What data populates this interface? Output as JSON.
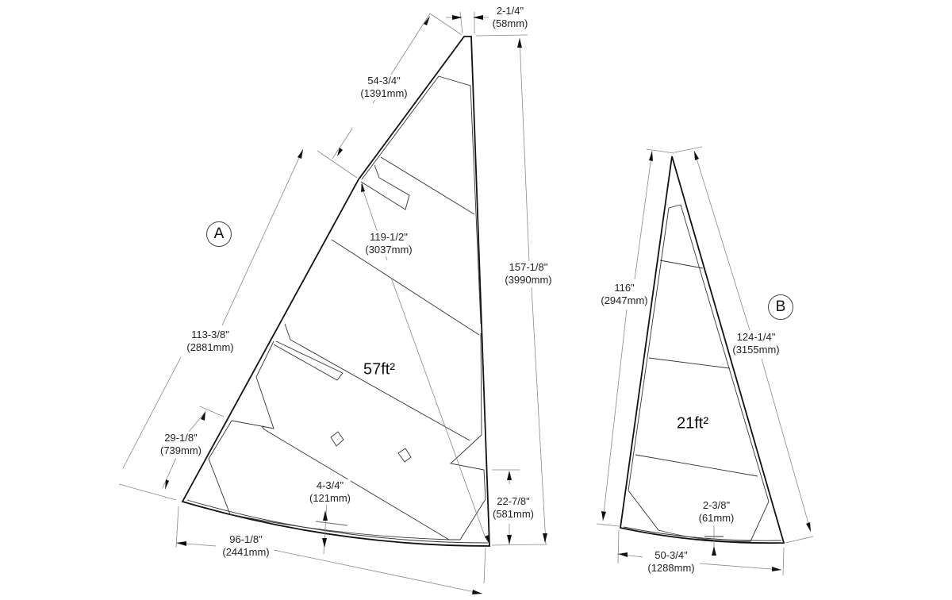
{
  "sail_a": {
    "id": "A",
    "area": "57ft²",
    "dimensions": [
      {
        "name": "head-width",
        "in": "2-1/4\"",
        "mm": "(58mm)"
      },
      {
        "name": "upper-luff",
        "in": "54-3/4\"",
        "mm": "(1391mm)"
      },
      {
        "name": "diagonal",
        "in": "119-1/2\"",
        "mm": "(3037mm)"
      },
      {
        "name": "leech",
        "in": "157-1/8\"",
        "mm": "(3990mm)"
      },
      {
        "name": "lower-luff",
        "in": "113-3/8\"",
        "mm": "(2881mm)"
      },
      {
        "name": "tack-offset",
        "in": "29-1/8\"",
        "mm": "(739mm)"
      },
      {
        "name": "foot-round",
        "in": "4-3/4\"",
        "mm": "(121mm)"
      },
      {
        "name": "clew-height",
        "in": "22-7/8\"",
        "mm": "(581mm)"
      },
      {
        "name": "foot",
        "in": "96-1/8\"",
        "mm": "(2441mm)"
      }
    ]
  },
  "sail_b": {
    "id": "B",
    "area": "21ft²",
    "dimensions": [
      {
        "name": "luff",
        "in": "116\"",
        "mm": "(2947mm)"
      },
      {
        "name": "leech",
        "in": "124-1/4\"",
        "mm": "(3155mm)"
      },
      {
        "name": "foot-round",
        "in": "2-3/8\"",
        "mm": "(61mm)"
      },
      {
        "name": "foot",
        "in": "50-3/4\"",
        "mm": "(1288mm)"
      }
    ]
  }
}
